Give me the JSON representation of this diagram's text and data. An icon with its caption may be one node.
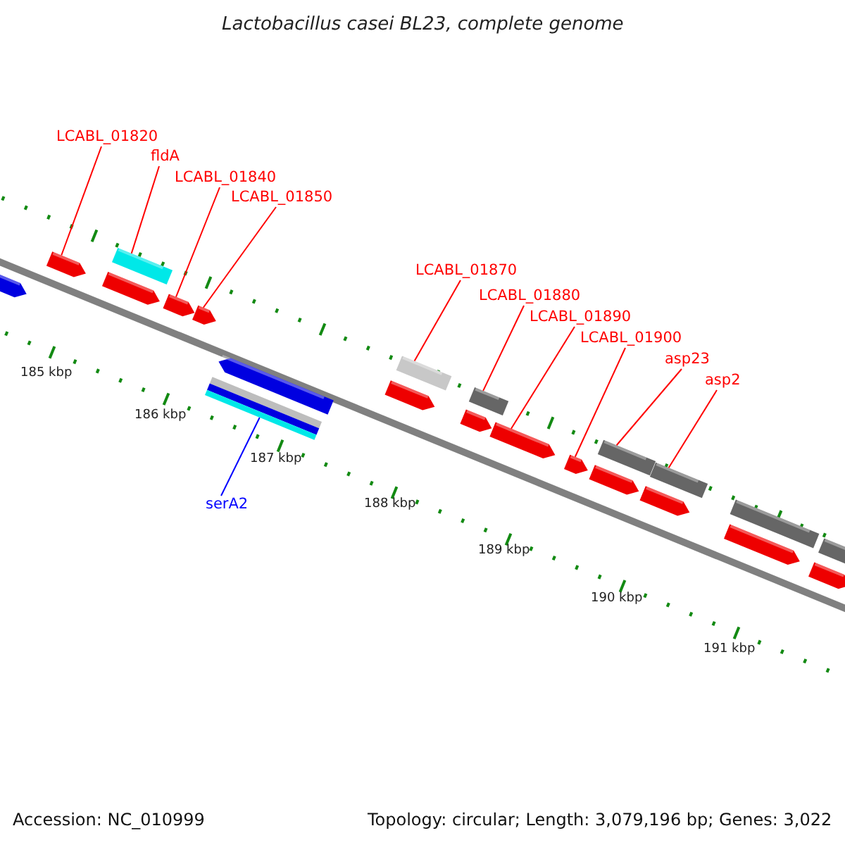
{
  "diagram": {
    "title": "Lactobacillus casei BL23, complete genome",
    "nodes": [
      {
        "text": [
          "LCABL_01820"
        ]
      },
      {
        "text": [
          "fldA"
        ]
      },
      {
        "text": [
          "LCABL_01840"
        ]
      },
      {
        "text": [
          "LCABL_01850"
        ]
      },
      {
        "text": [
          "LCABL_01870"
        ]
      },
      {
        "text": [
          "LCABL_01880"
        ]
      },
      {
        "text": [
          "LCABL_01890"
        ]
      },
      {
        "text": [
          "LCABL_01900"
        ]
      },
      {
        "text": [
          "asp23"
        ]
      },
      {
        "text": [
          "asp2"
        ]
      },
      {
        "text": [
          "serA2"
        ]
      },
      {
        "text": [],
        "shape": "arrow"
      },
      {
        "text": [],
        "shape": "arrow"
      },
      {
        "text": [],
        "shape": "arrow"
      },
      {
        "text": [],
        "shape": "bar"
      },
      {
        "text": [],
        "shape": "arrow"
      },
      {
        "text": [],
        "shape": "arrow"
      },
      {
        "text": [],
        "shape": "bar"
      },
      {
        "text": [],
        "shape": "arrow"
      },
      {
        "text": [],
        "shape": "arrow"
      },
      {
        "text": [],
        "shape": "bar"
      },
      {
        "text": [],
        "shape": "arrow"
      },
      {
        "text": [],
        "shape": "bar"
      },
      {
        "text": [],
        "shape": "arrow"
      },
      {
        "text": [],
        "shape": "arrow"
      },
      {
        "text": [],
        "shape": "arrow"
      },
      {
        "text": [],
        "shape": "bar"
      },
      {
        "text": [],
        "shape": "arrow"
      },
      {
        "text": [],
        "shape": "bar"
      },
      {
        "text": [],
        "shape": "arrow"
      },
      {
        "text": [],
        "shape": "bar"
      },
      {
        "text": [],
        "shape": "arrow"
      },
      {
        "text": [],
        "shape": "bar"
      }
    ],
    "edges": [
      {
        "from": 0,
        "to": 12,
        "arrow": "none"
      },
      {
        "from": 1,
        "to": 14,
        "arrow": "none"
      },
      {
        "from": 2,
        "to": 15,
        "arrow": "none"
      },
      {
        "from": 3,
        "to": 16,
        "arrow": "none"
      },
      {
        "from": 4,
        "to": 20,
        "arrow": "none"
      },
      {
        "from": 5,
        "to": 22,
        "arrow": "none"
      },
      {
        "from": 6,
        "to": 23,
        "arrow": "none"
      },
      {
        "from": 7,
        "to": 24,
        "arrow": "none"
      },
      {
        "from": 8,
        "to": 26,
        "arrow": "none"
      },
      {
        "from": 9,
        "to": 28,
        "arrow": "none"
      },
      {
        "from": 10,
        "to": 17,
        "arrow": "none",
        "color": "#0000ff"
      }
    ],
    "labels": [
      "185 kbp",
      "186 kbp",
      "187 kbp",
      "188 kbp",
      "189 kbp",
      "190 kbp",
      "191 kbp",
      "Accession: NC_010999",
      "Topology: circular; Length: 3,079,196 bp; Genes: 3,022"
    ]
  }
}
